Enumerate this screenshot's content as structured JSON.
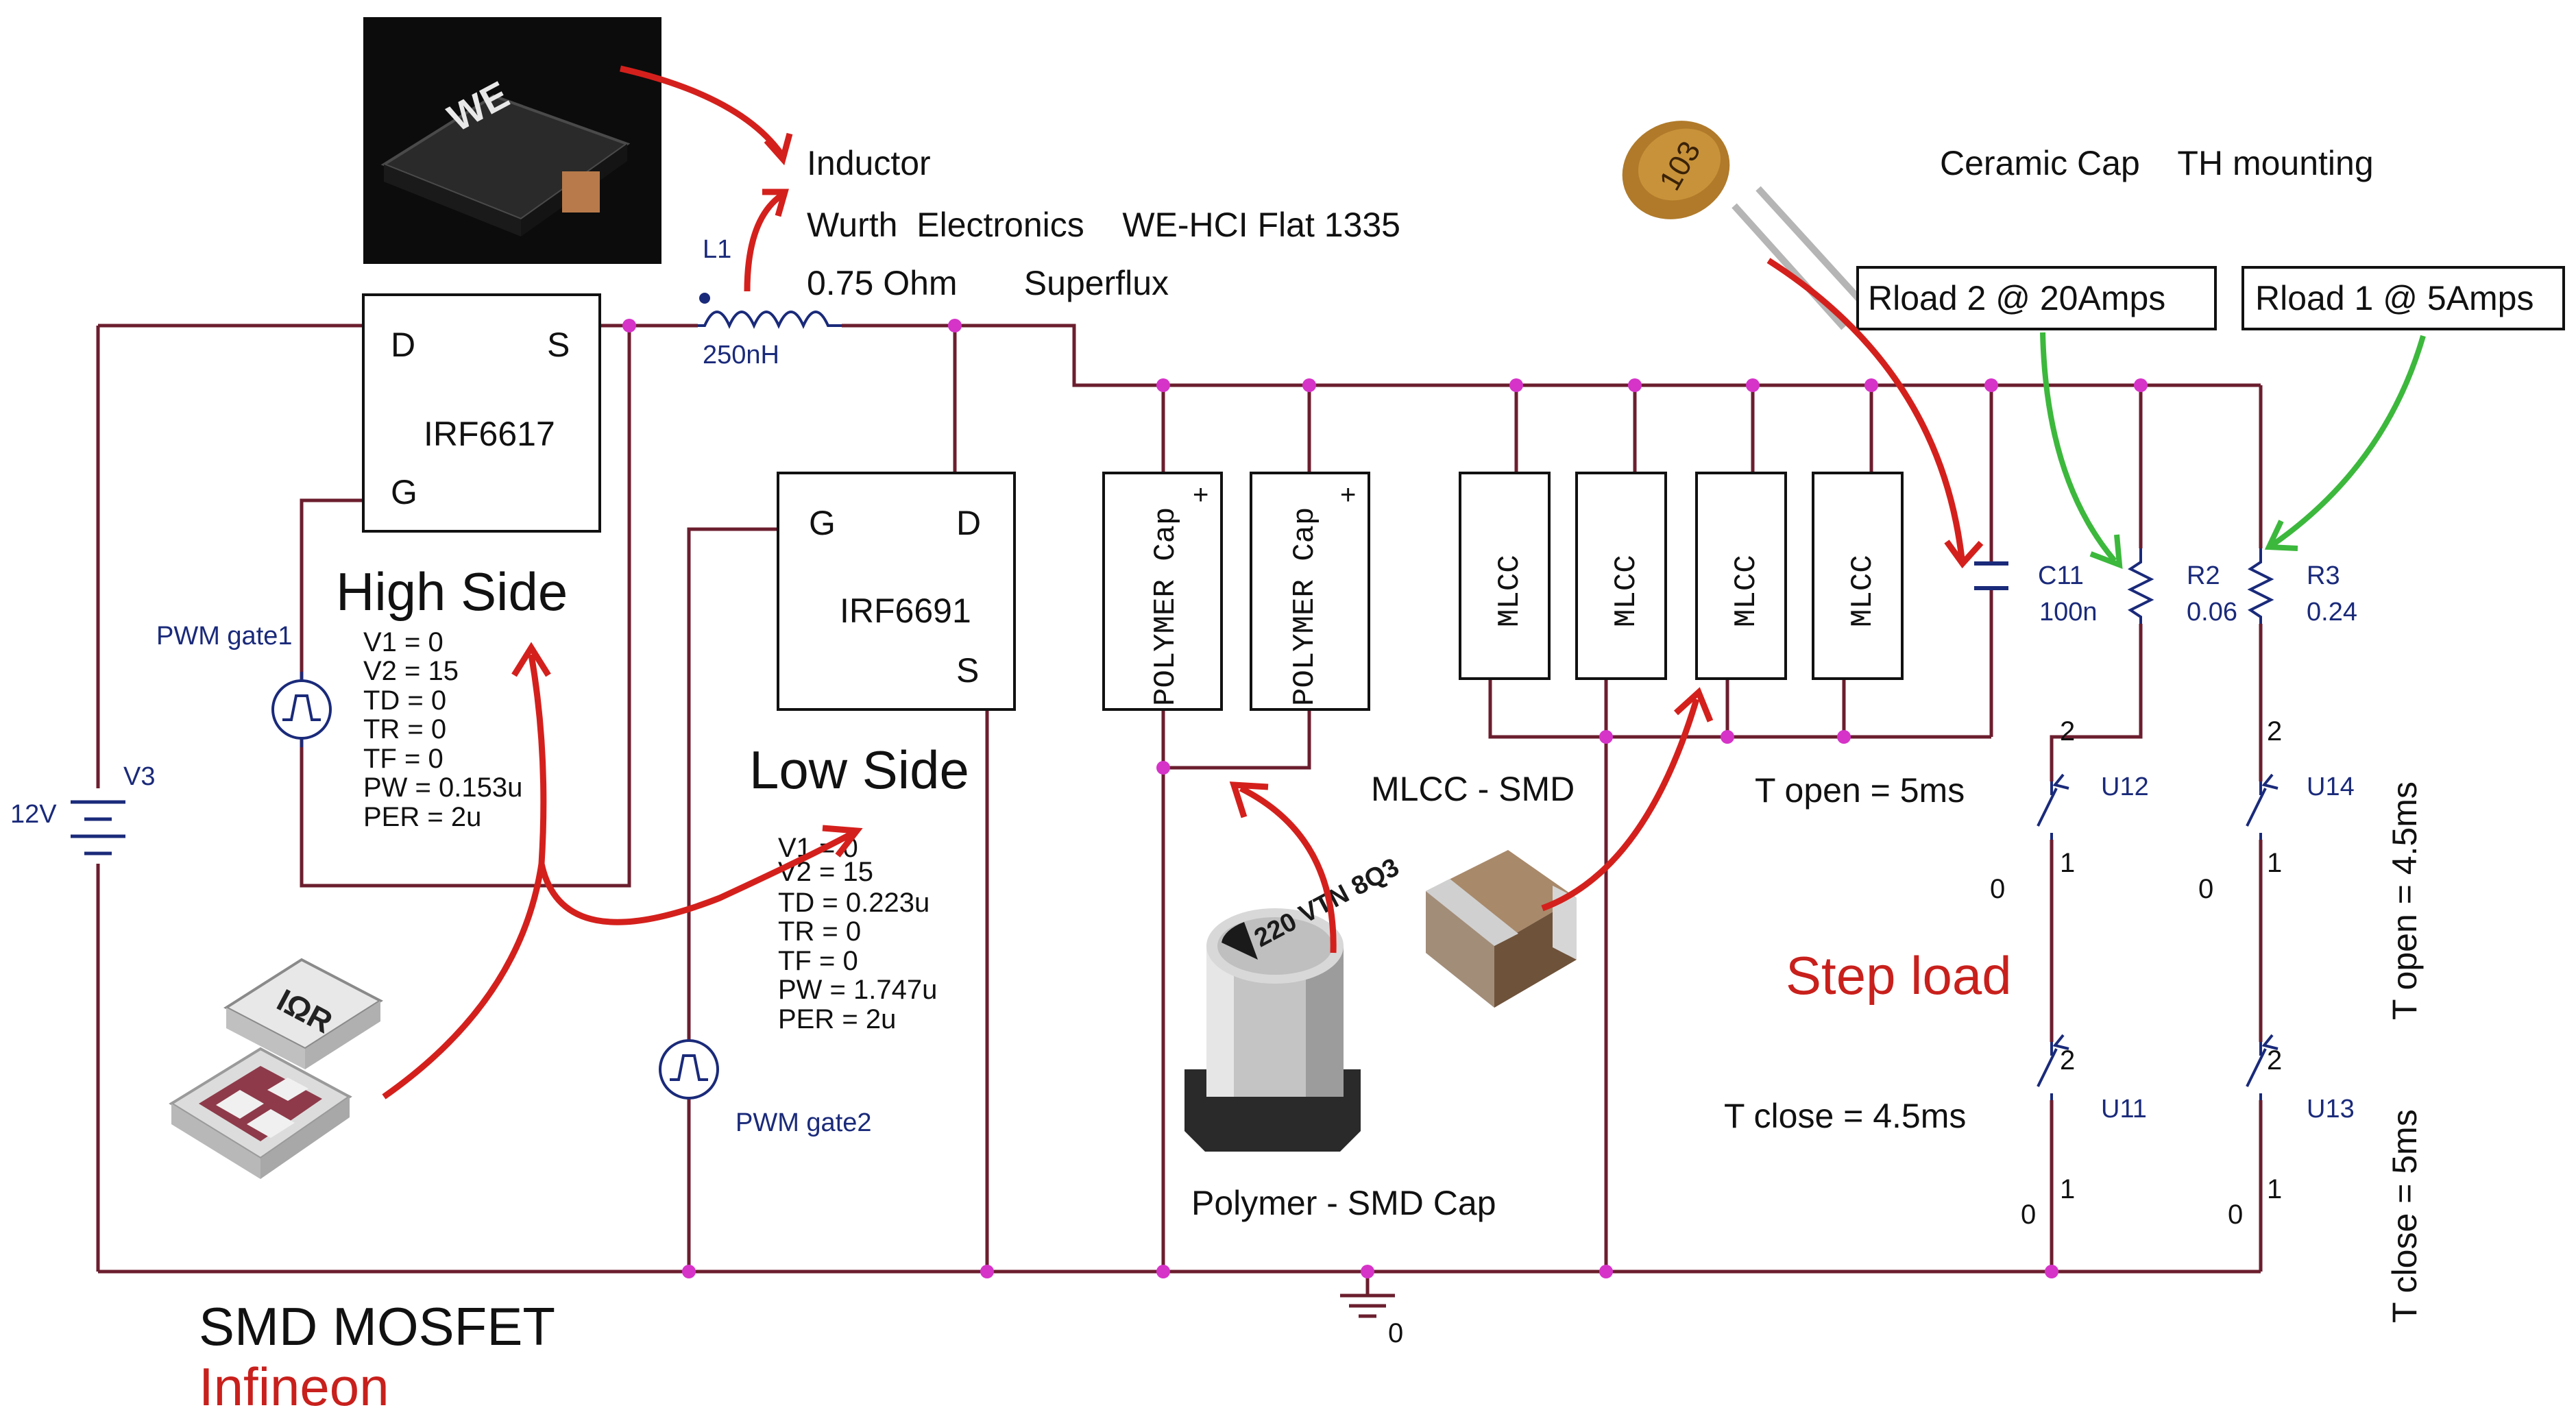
{
  "inductor": {
    "title": "Inductor",
    "maker": "Wurth  Electronics    WE-HCI Flat 1335",
    "spec": "0.75 Ohm       Superflux",
    "ref": "L1",
    "value": "250nH",
    "chip_text": "WE"
  },
  "high_side": {
    "pin_d": "D",
    "pin_s": "S",
    "pin_g": "G",
    "part": "IRF6617",
    "label": "High Side",
    "source_label": "PWM gate1",
    "params": [
      "V1 = 0",
      "V2 = 15",
      "TD = 0",
      "TR = 0",
      "TF = 0",
      "PW = 0.153u",
      "PER = 2u"
    ]
  },
  "low_side": {
    "pin_g": "G",
    "pin_d": "D",
    "pin_s": "S",
    "part": "IRF6691",
    "label": "Low Side",
    "source_label": "PWM gate2",
    "params": [
      "V1 = 0",
      "V2 = 15",
      "TD = 0.223u",
      "TR = 0",
      "TF = 0",
      "PW = 1.747u",
      "PER = 2u"
    ]
  },
  "battery": {
    "ref": "V3",
    "value": "12V"
  },
  "polymer": {
    "cap_text": "POLYMER Cap",
    "plus": "+",
    "photo_label": "Polymer - SMD Cap",
    "can_text": "220 VTN 8Q3"
  },
  "mlcc": {
    "text": "MLCC",
    "photo_label": "MLCC - SMD"
  },
  "ceramic": {
    "label": "Ceramic Cap    TH mounting",
    "ref": "C11",
    "value": "100n",
    "body_text": "103"
  },
  "rload": {
    "box2": "Rload 2 @ 20Amps",
    "box1": "Rload 1 @ 5Amps",
    "r2_ref": "R2",
    "r2_val": "0.06",
    "r3_ref": "R3",
    "r3_val": "0.24"
  },
  "switches": {
    "t_open_left": "T open = 5ms",
    "t_close_left": "T close = 4.5ms",
    "t_open_right": "T open = 4.5ms",
    "t_close_right": "T close = 5ms",
    "u12": "U12",
    "u14": "U14",
    "u11": "U11",
    "u13": "U13",
    "pin2": "2",
    "pin1": "1",
    "pin0": "0"
  },
  "step_load": "Step load",
  "ground_label": "0",
  "footer": {
    "line1": "SMD MOSFET",
    "line2": "Infineon"
  },
  "chip_logo": "IΩR",
  "colors": {
    "wire": "#6b1e2e",
    "node": "#d633c8",
    "arrow_red": "#d4201c",
    "arrow_green": "#3cb83c",
    "accent_red": "#c8201c",
    "blue_label": "#1a2a7a"
  }
}
